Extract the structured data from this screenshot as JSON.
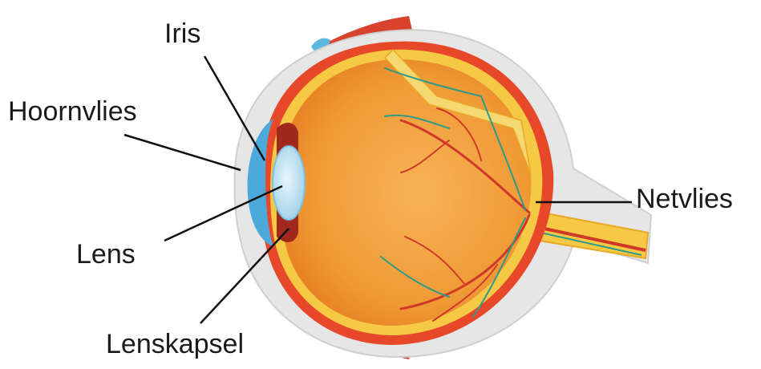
{
  "labels": {
    "iris": "Iris",
    "hoornvlies": "Hoornvlies",
    "lens": "Lens",
    "lenskapsel": "Lenskapsel",
    "netvlies": "Netvlies"
  },
  "colors": {
    "vitreous": "#f2a140",
    "retina": "#f6c944",
    "choroid": "#e8482a",
    "sclera": "#e6e6e6",
    "cornea": "#4ba9dc",
    "lens": "#bfe3f3",
    "muscle": "#d9422d",
    "vessel_artery": "#d0392a",
    "vessel_vein": "#2e9a8a",
    "leader_line": "#111111"
  }
}
